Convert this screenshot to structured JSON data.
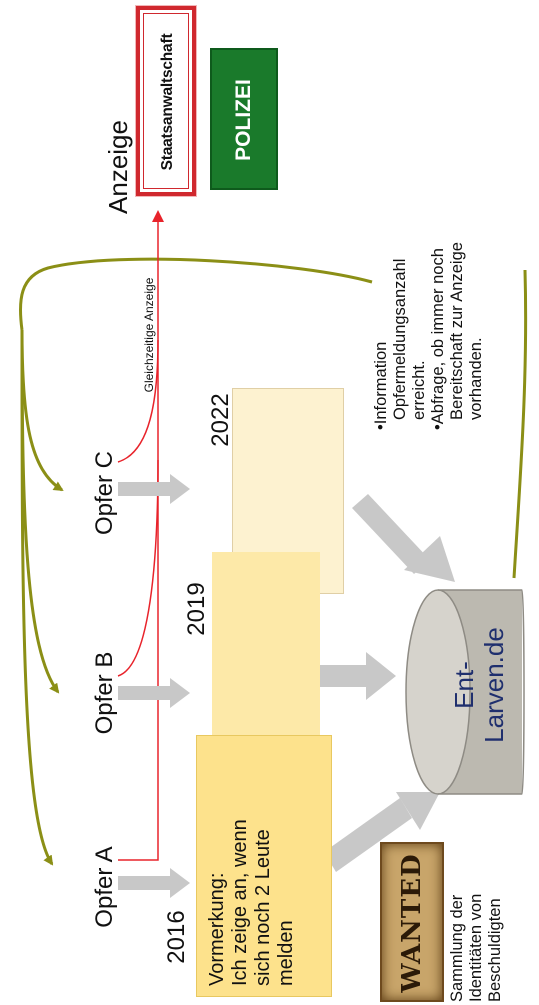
{
  "signs": {
    "staatsanwaltschaft": "Staatsanwaltschaft",
    "polizei": "POLIZEI",
    "wanted": "WANTED"
  },
  "labels": {
    "anzeige": "Anzeige",
    "gleichzeitige_anzeige": "Gleichzeitige Anzeige",
    "opfer_a": "Opfer A",
    "opfer_b": "Opfer B",
    "opfer_c": "Opfer C"
  },
  "years": {
    "y2016": "2016",
    "y2019": "2019",
    "y2022": "2022"
  },
  "vormerkung": {
    "line1": "Vormerkung:",
    "line2": "Ich zeige an, wenn",
    "line3": "sich noch 2 Leute",
    "line4": "melden"
  },
  "database": {
    "line1": "Ent-",
    "line2": "Larven.de"
  },
  "info": {
    "bullet1_line1": "Information",
    "bullet1_line2": "Opfermeldungsanzahl",
    "bullet1_line3": "erreicht.",
    "bullet2_line1": "Abfrage, ob immer noch",
    "bullet2_line2": "Bereitschaft zur Anzeige",
    "bullet2_line3": "vorhanden."
  },
  "sammlung": {
    "line1": "Sammlung der",
    "line2": "Identitäten von",
    "line3": "Beschuldigten"
  },
  "colors": {
    "olive": "#8b8f16",
    "red": "#e8232b",
    "grey_arrow": "#c8c8c8",
    "polizei_green": "#1a7a2b",
    "sign_red": "#d0282e",
    "database_fill": "#bcb9b0",
    "database_text": "#1f2f6e",
    "box_a": "#fde28c",
    "box_b": "#fde9a8",
    "box_c": "#fdf2d0"
  }
}
